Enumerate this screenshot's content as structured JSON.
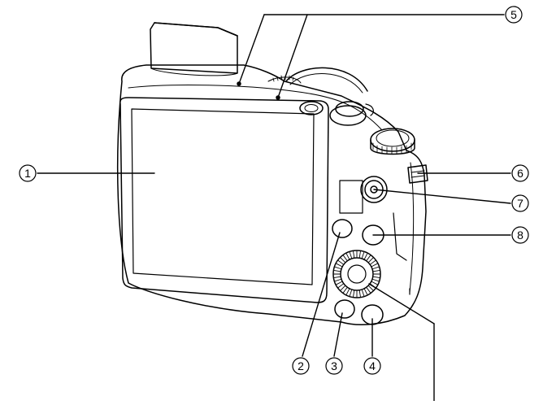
{
  "figure": {
    "subject": "camera-rear-view",
    "line_color": "#000000",
    "background_color": "#ffffff",
    "callouts": [
      {
        "id": "callout-1",
        "label": "1"
      },
      {
        "id": "callout-2",
        "label": "2"
      },
      {
        "id": "callout-3",
        "label": "3"
      },
      {
        "id": "callout-4",
        "label": "4"
      },
      {
        "id": "callout-5",
        "label": "5"
      },
      {
        "id": "callout-6",
        "label": "6"
      },
      {
        "id": "callout-7",
        "label": "7"
      },
      {
        "id": "callout-8",
        "label": "8"
      }
    ]
  }
}
